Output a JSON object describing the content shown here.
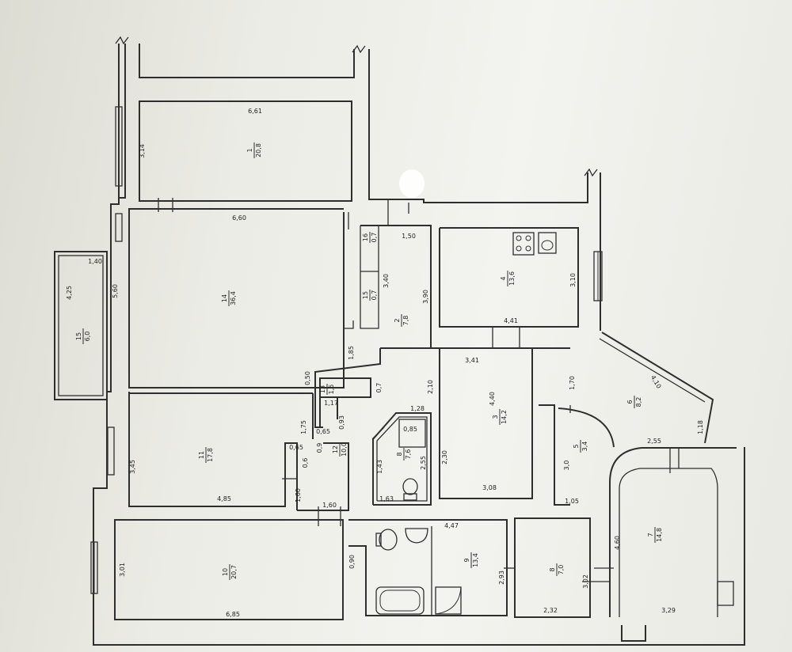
{
  "rooms": [
    {
      "id": "r1",
      "number": "1",
      "area": "20,8"
    },
    {
      "id": "r14",
      "number": "14",
      "area": "36,4"
    },
    {
      "id": "r15",
      "number": "15",
      "area": "6,0"
    },
    {
      "id": "r16",
      "number": "16",
      "area": "0,7"
    },
    {
      "id": "r15b",
      "number": "15",
      "area": "0,7"
    },
    {
      "id": "r2",
      "number": "2",
      "area": "7,8"
    },
    {
      "id": "r4",
      "number": "4",
      "area": "13,6"
    },
    {
      "id": "r6",
      "number": "6",
      "area": "8,2"
    },
    {
      "id": "r3",
      "number": "3",
      "area": "14,2"
    },
    {
      "id": "r13",
      "number": "13",
      "area": "1,5"
    },
    {
      "id": "r12",
      "number": "12",
      "area": "10,0"
    },
    {
      "id": "r11",
      "number": "11",
      "area": "17,8"
    },
    {
      "id": "r8",
      "number": "8",
      "area": "7,6"
    },
    {
      "id": "r5",
      "number": "5",
      "area": "3,4"
    },
    {
      "id": "r7",
      "number": "7",
      "area": "14,8"
    },
    {
      "id": "r10",
      "number": "10",
      "area": "20,7"
    },
    {
      "id": "r9",
      "number": "9",
      "area": "13,4"
    },
    {
      "id": "r8b",
      "number": "8",
      "area": "7,0"
    }
  ],
  "dimensions": [
    "6,61",
    "3,14",
    "6,60",
    "5,60",
    "1,40",
    "4,25",
    "1,50",
    "3,40",
    "3,90",
    "3,10",
    "4,41",
    "1,85",
    "0,50",
    "3,41",
    "1,70",
    "4,10",
    "1,18",
    "0,7",
    "2,10",
    "1,17",
    "4,40",
    "0,93",
    "1,28",
    "0,85",
    "1,75",
    "0,65",
    "0,65",
    "0,9",
    "0,6",
    "1,43",
    "2,55",
    "2,30",
    "3,45",
    "4,85",
    "1,60",
    "1,60",
    "1,63",
    "3,08",
    "2,55",
    "3,0",
    "1,05",
    "4,47",
    "4,60",
    "0,90",
    "2,93",
    "3,02",
    "3,01",
    "6,85",
    "2,32",
    "3,29"
  ]
}
